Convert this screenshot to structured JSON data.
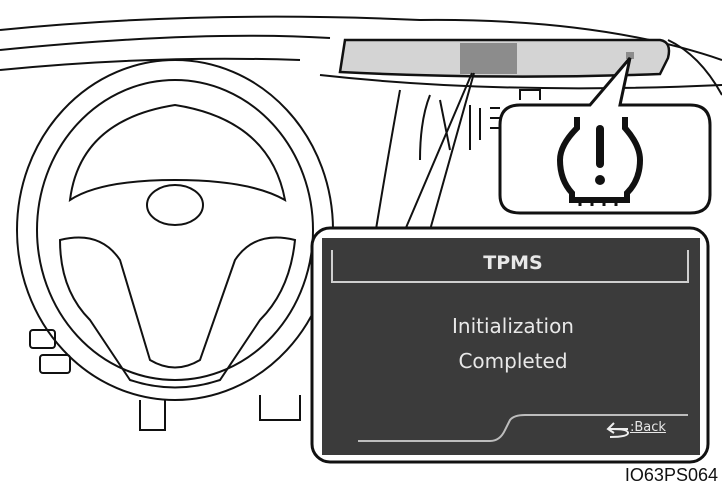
{
  "screen": {
    "title": "TPMS",
    "message_line1": "Initialization",
    "message_line2": "Completed",
    "back_label": ":Back",
    "back_icon": "return-arrow-icon"
  },
  "warning_icon": "tire-pressure-warning-icon",
  "figure_code": "IO63PS064",
  "colors": {
    "screen_bg": "#3b3b3b",
    "display_strip": "#d4d4d4",
    "display_block": "#8c8c8c"
  }
}
